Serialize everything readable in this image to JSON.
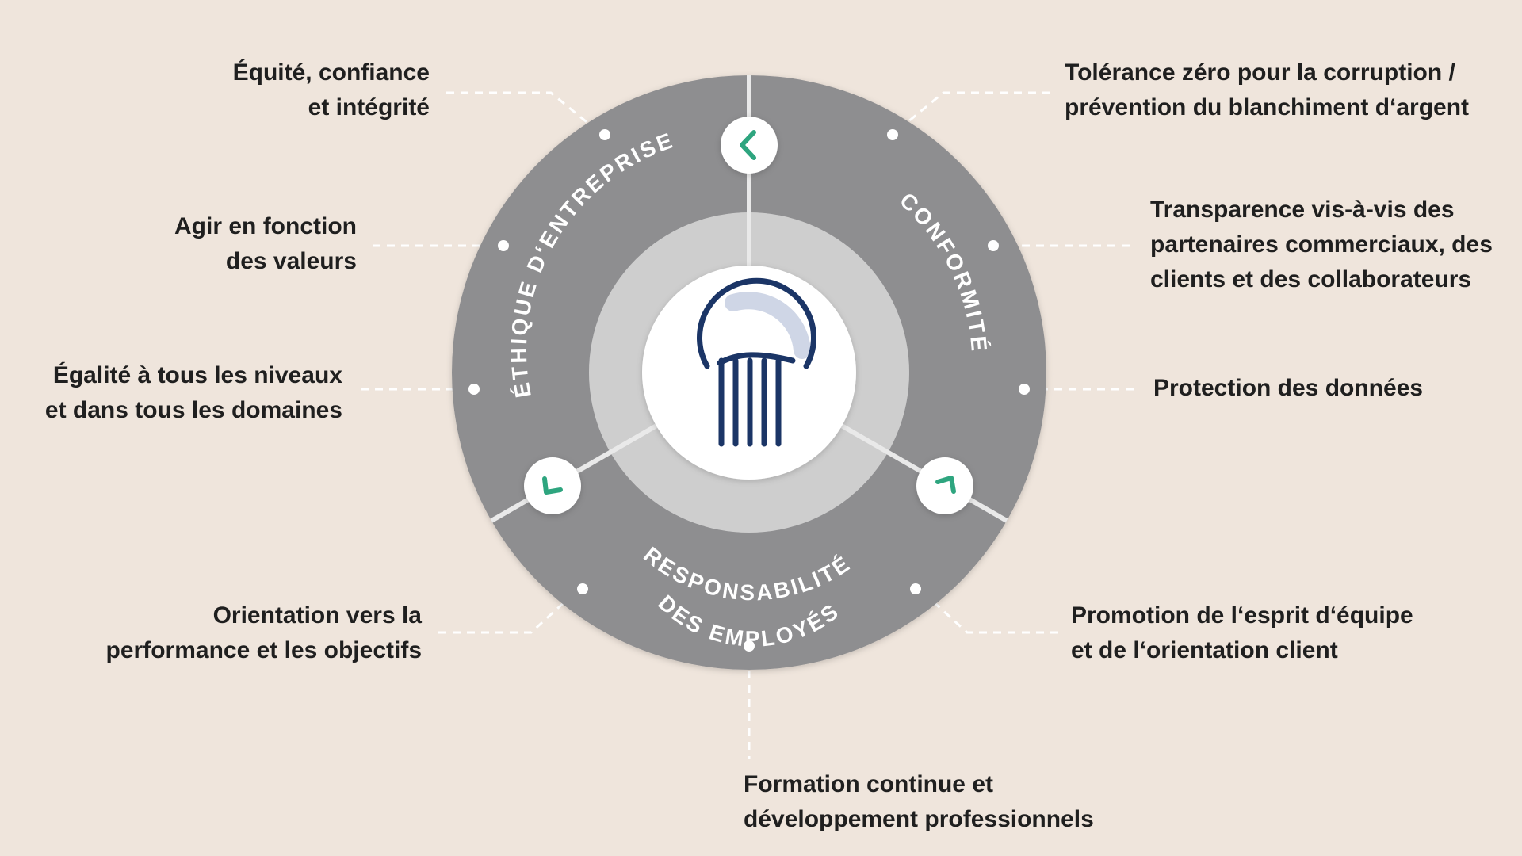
{
  "segments": {
    "ethics": "ÉTHIQUE D‘ENTREPRISE",
    "compliance": "CONFORMITÉ",
    "employees_line1": "RESPONSABILITÉ",
    "employees_line2": "DES EMPLOYÉS"
  },
  "labels": {
    "equite": [
      "Équité, confiance",
      "et intégrité"
    ],
    "valeurs": [
      "Agir en fonction",
      "des valeurs"
    ],
    "egalite": [
      "Égalité à tous les niveaux",
      "et dans tous les domaines"
    ],
    "performance": [
      "Orientation vers la",
      "performance et les objectifs"
    ],
    "formation": [
      "Formation continue et",
      "développement professionnels"
    ],
    "corruption": [
      "Tolérance zéro pour la corruption /",
      "prévention du blanchiment d‘argent"
    ],
    "transparence": [
      "Transparence vis-à-vis des",
      "partenaires commerciaux, des",
      "clients et des collaborateurs"
    ],
    "protection": [
      "Protection des données"
    ],
    "equipe": [
      "Promotion de l‘esprit d‘équipe",
      "et de l‘orientation client"
    ]
  },
  "icons": {
    "center": "pillar-icon",
    "nodes": [
      "chevron-left-icon",
      "chevron-down-left-icon",
      "chevron-up-right-icon"
    ]
  },
  "colors": {
    "background": "#efe5dc",
    "ring": "#8e8e90",
    "inner_ring": "#bdbdbd",
    "accent": "#2ea57f",
    "navy": "#1b3566"
  }
}
